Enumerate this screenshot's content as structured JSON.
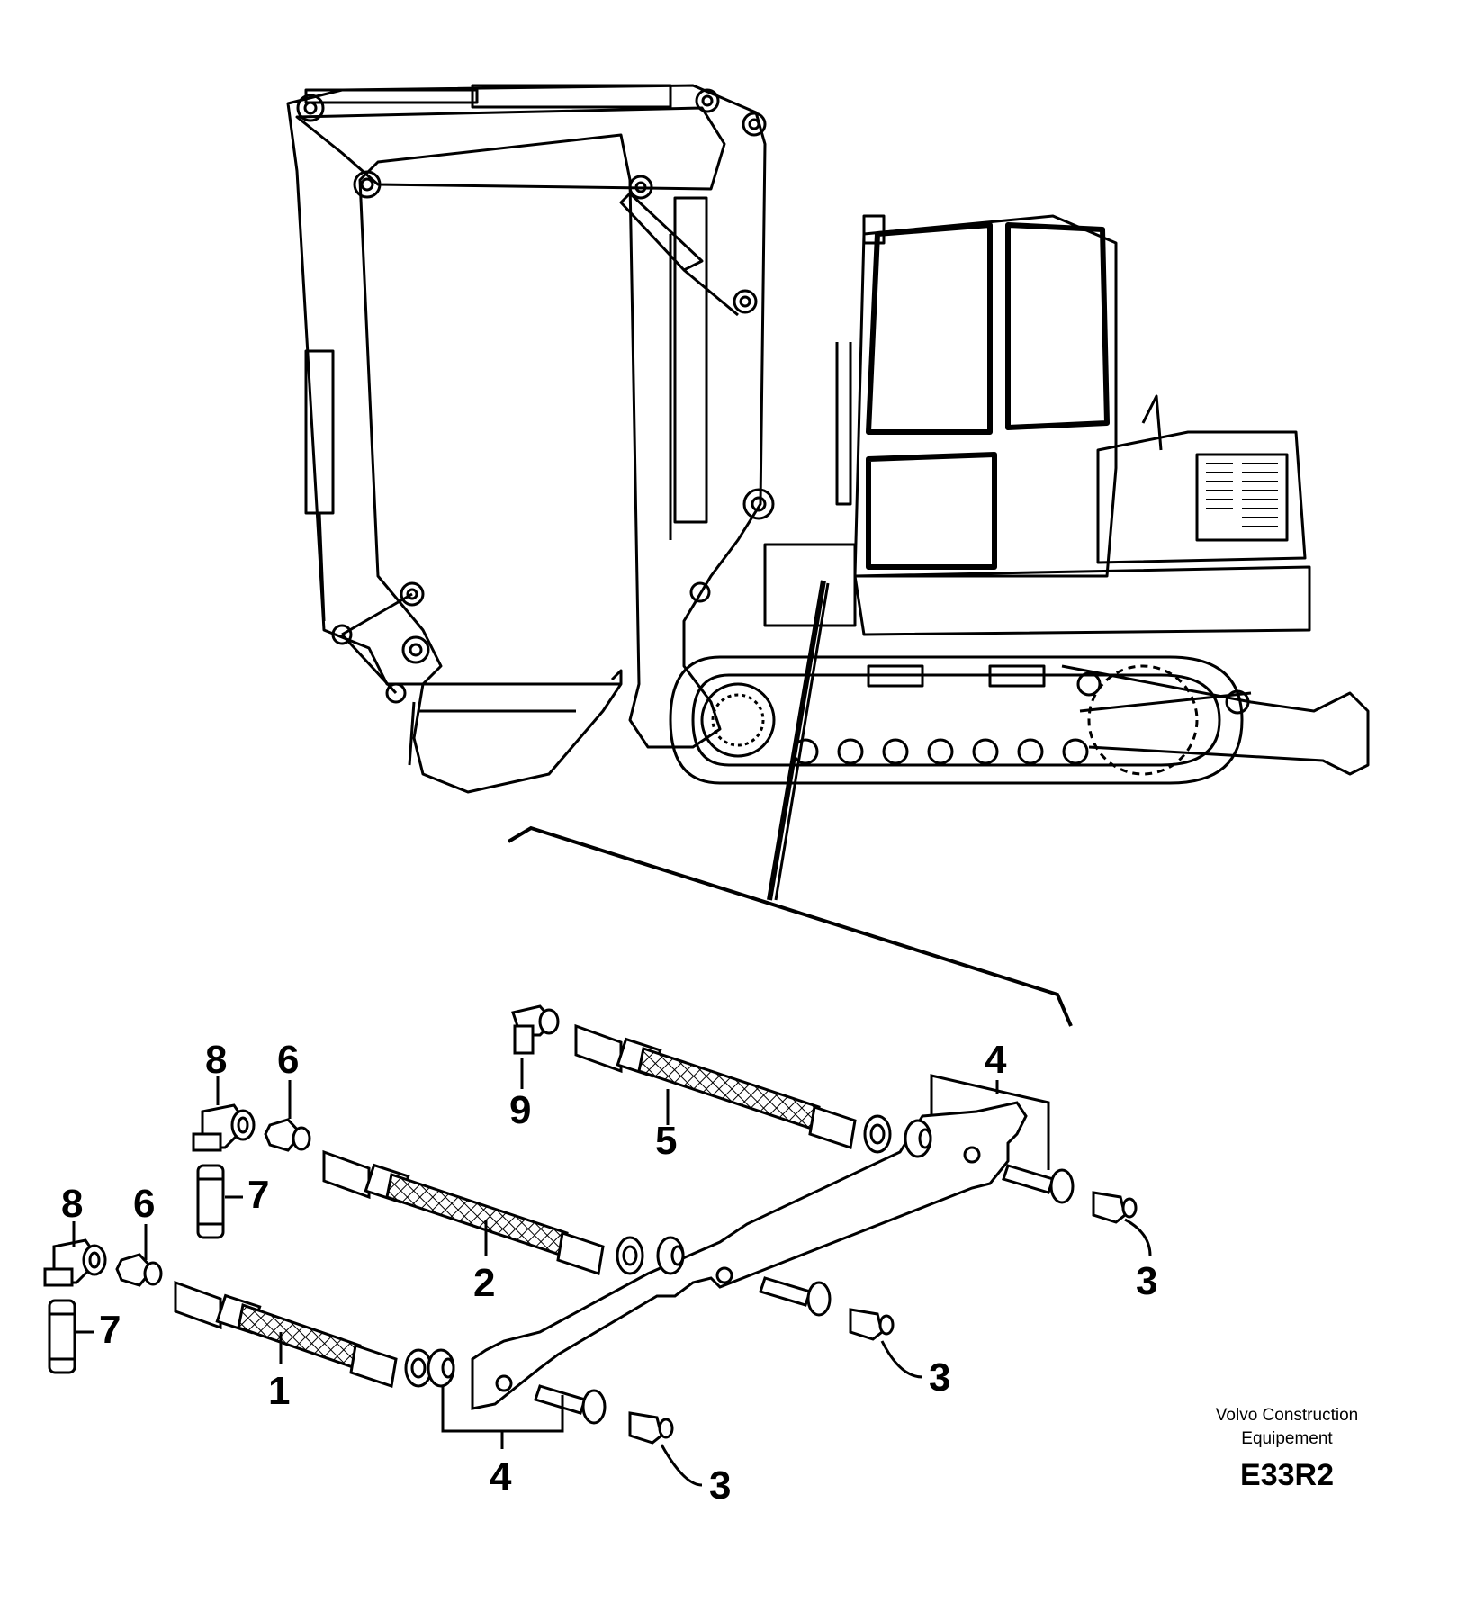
{
  "callouts": {
    "c1": "1",
    "c2": "2",
    "c3a": "3",
    "c3b": "3",
    "c3c": "3",
    "c4a": "4",
    "c4b": "4",
    "c5": "5",
    "c6a": "6",
    "c6b": "6",
    "c7a": "7",
    "c7b": "7",
    "c8a": "8",
    "c8b": "8",
    "c9": "9"
  },
  "footer": {
    "brand_line1": "Volvo Construction",
    "brand_line2": "Equipement",
    "drawing_code": "E33R2"
  },
  "icons": [
    "excavator-illustration",
    "hose-icon",
    "elbow-fitting-icon",
    "nipple-icon",
    "adapter-icon",
    "bracket-plate-icon"
  ]
}
